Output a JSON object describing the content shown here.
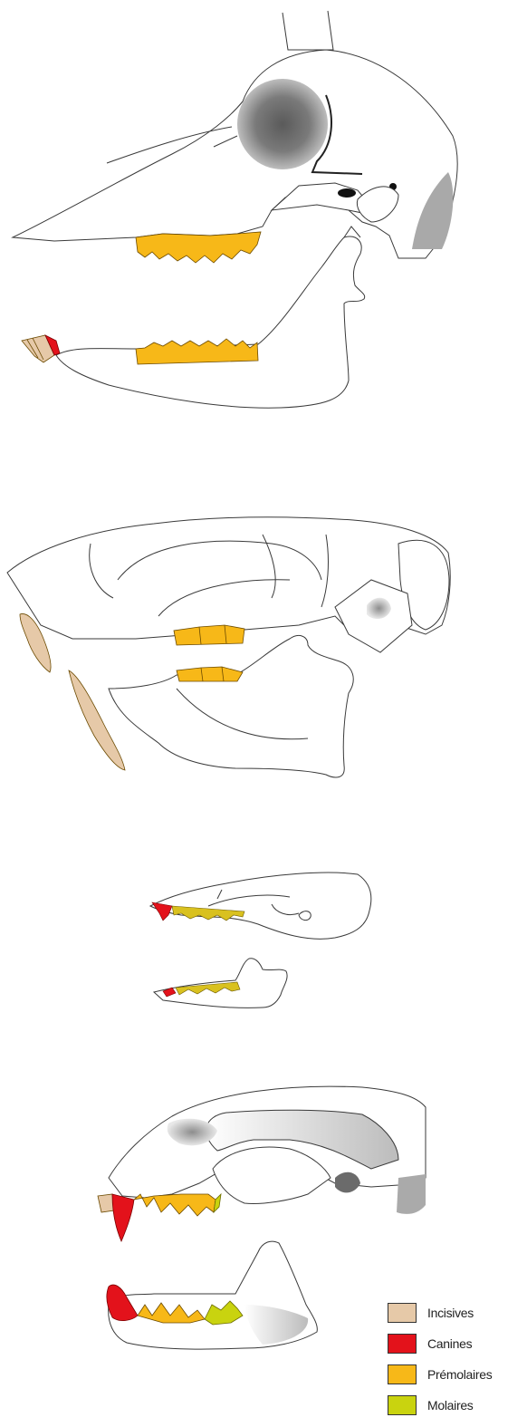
{
  "colors": {
    "incisives": "#e6c9a8",
    "canines": "#e3121b",
    "premolaires": "#f7b818",
    "molaires": "#c9d30f",
    "outline": "#3a3a3a",
    "shade": "#9a9a9a"
  },
  "legend": [
    {
      "label": "Incisives",
      "color": "#e6c9a8",
      "icon": "incisor-swatch"
    },
    {
      "label": "Canines",
      "color": "#e3121b",
      "icon": "canine-swatch"
    },
    {
      "label": "Prémolaires",
      "color": "#f7b818",
      "icon": "premolar-swatch"
    },
    {
      "label": "Molaires",
      "color": "#c9d30f",
      "icon": "molar-swatch"
    }
  ]
}
